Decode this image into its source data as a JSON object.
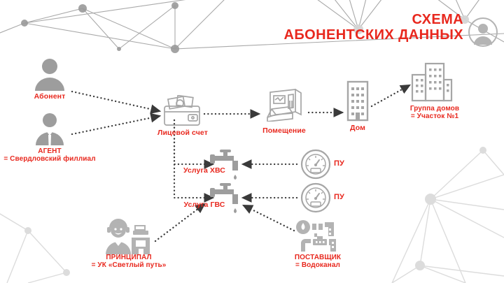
{
  "document": {
    "title_line1": "СХЕМА",
    "title_line2": "АБОНЕНТСКИХ ДАННЫХ",
    "accent_color": "#e8281e",
    "icon_color": "#9d9d9d",
    "background": "#ffffff"
  },
  "nodes": [
    {
      "id": "abonent",
      "icon": "person-icon",
      "label": "Абонент"
    },
    {
      "id": "agent",
      "icon": "person-suit-icon",
      "label": "АГЕНТ\n= Свердловский филлиал"
    },
    {
      "id": "account",
      "icon": "wallet-icon",
      "label": "Лицевой счет"
    },
    {
      "id": "premises",
      "icon": "room-icon",
      "label": "Помещение"
    },
    {
      "id": "house",
      "icon": "building-icon",
      "label": "Дом"
    },
    {
      "id": "group",
      "icon": "buildings-icon",
      "label": "Группа домов\n= Участок №1"
    },
    {
      "id": "coldwater",
      "icon": "faucet-icon",
      "label": "Услуга ХВС"
    },
    {
      "id": "hotwater",
      "icon": "faucet-icon",
      "label": "Услуга ГВС"
    },
    {
      "id": "meter1",
      "icon": "gauge-meter-icon",
      "label": "ПУ"
    },
    {
      "id": "meter2",
      "icon": "gauge-meter-icon",
      "label": "ПУ"
    },
    {
      "id": "principal",
      "icon": "worker-building-icon",
      "label": "ПРИНЦИПАЛ\n= УК «Светлый путь»"
    },
    {
      "id": "supplier",
      "icon": "pipes-icon",
      "label": "ПОСТАВЩИК\n= Водоканал"
    }
  ],
  "connections": [
    {
      "from": "abonent",
      "to": "account"
    },
    {
      "from": "agent",
      "to": "account"
    },
    {
      "from": "account",
      "to": "premises"
    },
    {
      "from": "premises",
      "to": "house"
    },
    {
      "from": "house",
      "to": "group"
    },
    {
      "from": "account",
      "to": "coldwater"
    },
    {
      "from": "account",
      "to": "hotwater"
    },
    {
      "from": "meter1",
      "to": "coldwater"
    },
    {
      "from": "meter2",
      "to": "hotwater"
    },
    {
      "from": "principal",
      "to": "hotwater"
    },
    {
      "from": "supplier",
      "to": "hotwater"
    }
  ]
}
